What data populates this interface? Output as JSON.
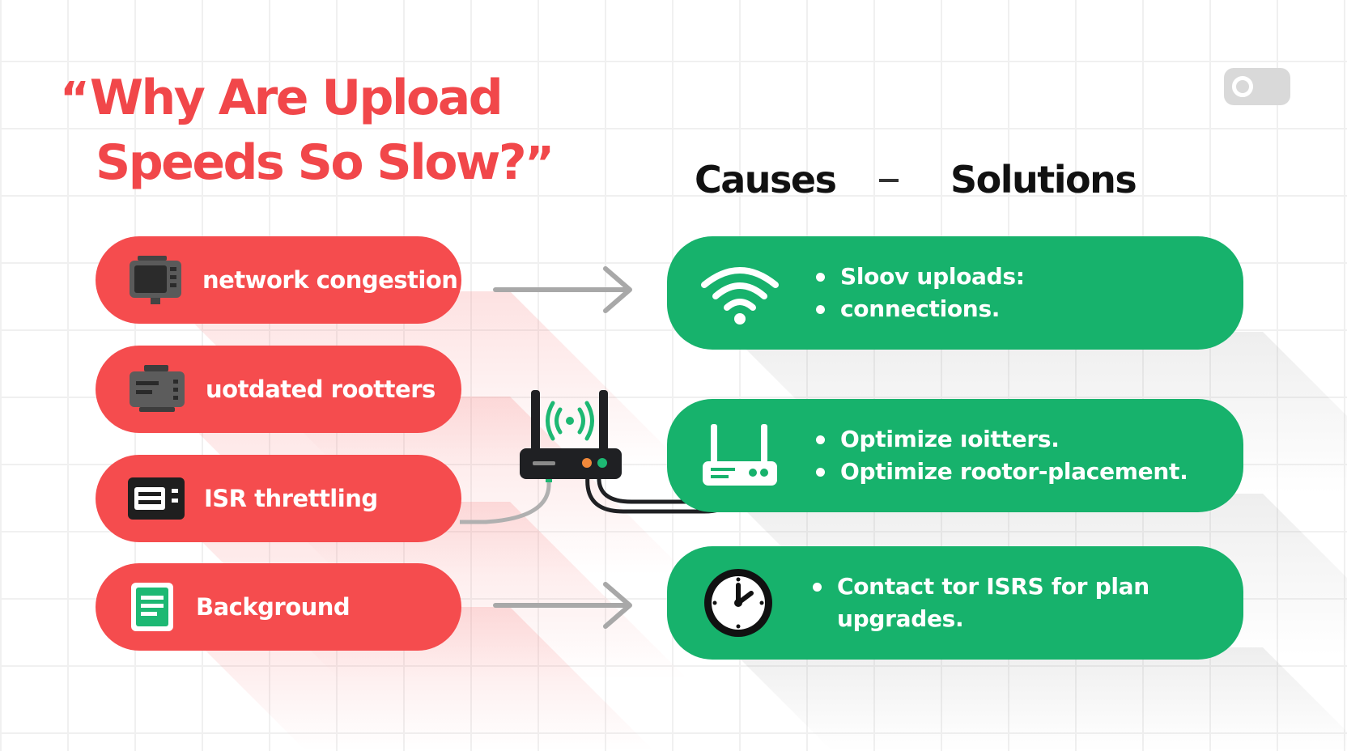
{
  "title": {
    "open_quote": "“",
    "line1": "Why Are Upload",
    "line2": "Speeds So Slow?",
    "close_quote": "”"
  },
  "headers": {
    "causes": "Causes",
    "solutions": "Solutions"
  },
  "causes": [
    {
      "label": "network congestion",
      "icon": "monitor-icon"
    },
    {
      "label": "uotdated rootters",
      "icon": "router-device-icon"
    },
    {
      "label": "ISR threttling",
      "icon": "id-card-icon"
    },
    {
      "label": "Background",
      "icon": "document-icon"
    }
  ],
  "solutions": [
    {
      "icon": "wifi-icon",
      "bullets": [
        "Sloov uploads:",
        "connections."
      ]
    },
    {
      "icon": "router-icon",
      "bullets": [
        "Optimize ıoitters.",
        "Optimize rootor-placement."
      ]
    },
    {
      "icon": "clock-icon",
      "bullets": [
        "Contact tor ISRS for plan"
      ],
      "continuation": "upgrades."
    }
  ],
  "colors": {
    "title_red": "#f1474a",
    "cause_red": "#f54c4e",
    "solution_green": "#17b26c",
    "arrow_grey": "#a8a8a8",
    "router_black": "#1f2023"
  }
}
